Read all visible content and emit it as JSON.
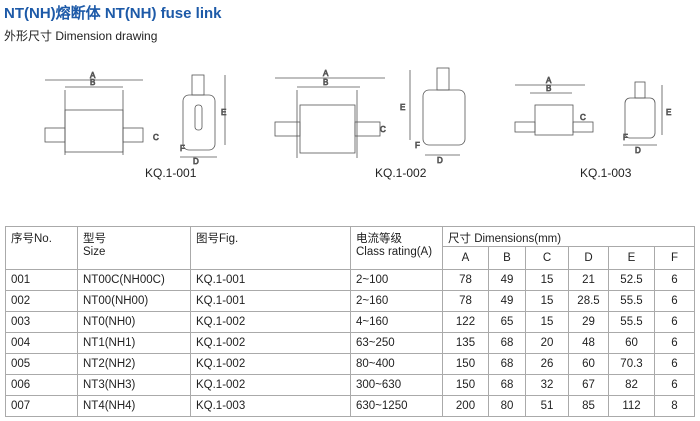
{
  "title": "NT(NH)熔断体 NT(NH) fuse link",
  "subtitle": "外形尺寸 Dimension drawing",
  "figures": [
    "KQ.1-001",
    "KQ.1-002",
    "KQ.1-003"
  ],
  "dim_letters": {
    "a": "A",
    "b": "B",
    "c": "C",
    "d": "D",
    "e": "E",
    "f": "F"
  },
  "table": {
    "headers": {
      "no": "序号No.",
      "size_cn": "型号",
      "size_en": "Size",
      "fig": "图号Fig.",
      "rating_cn": "电流等级",
      "rating_en": "Class rating(A)",
      "dims": "尺寸 Dimensions(mm)",
      "cols": [
        "A",
        "B",
        "C",
        "D",
        "E",
        "F"
      ]
    },
    "rows": [
      {
        "no": "001",
        "size": "NT00C(NH00C)",
        "fig": "KQ.1-001",
        "rating": "2~100",
        "d": [
          "78",
          "49",
          "15",
          "21",
          "52.5",
          "6"
        ]
      },
      {
        "no": "002",
        "size": "NT00(NH00)",
        "fig": "KQ.1-001",
        "rating": "2~160",
        "d": [
          "78",
          "49",
          "15",
          "28.5",
          "55.5",
          "6"
        ]
      },
      {
        "no": "003",
        "size": "NT0(NH0)",
        "fig": "KQ.1-002",
        "rating": "4~160",
        "d": [
          "122",
          "65",
          "15",
          "29",
          "55.5",
          "6"
        ]
      },
      {
        "no": "004",
        "size": "NT1(NH1)",
        "fig": "KQ.1-002",
        "rating": "63~250",
        "d": [
          "135",
          "68",
          "20",
          "48",
          "60",
          "6"
        ]
      },
      {
        "no": "005",
        "size": "NT2(NH2)",
        "fig": "KQ.1-002",
        "rating": "80~400",
        "d": [
          "150",
          "68",
          "26",
          "60",
          "70.3",
          "6"
        ]
      },
      {
        "no": "006",
        "size": "NT3(NH3)",
        "fig": "KQ.1-002",
        "rating": "300~630",
        "d": [
          "150",
          "68",
          "32",
          "67",
          "82",
          "6"
        ]
      },
      {
        "no": "007",
        "size": "NT4(NH4)",
        "fig": "KQ.1-003",
        "rating": "630~1250",
        "d": [
          "200",
          "80",
          "51",
          "85",
          "112",
          "8"
        ]
      }
    ]
  }
}
